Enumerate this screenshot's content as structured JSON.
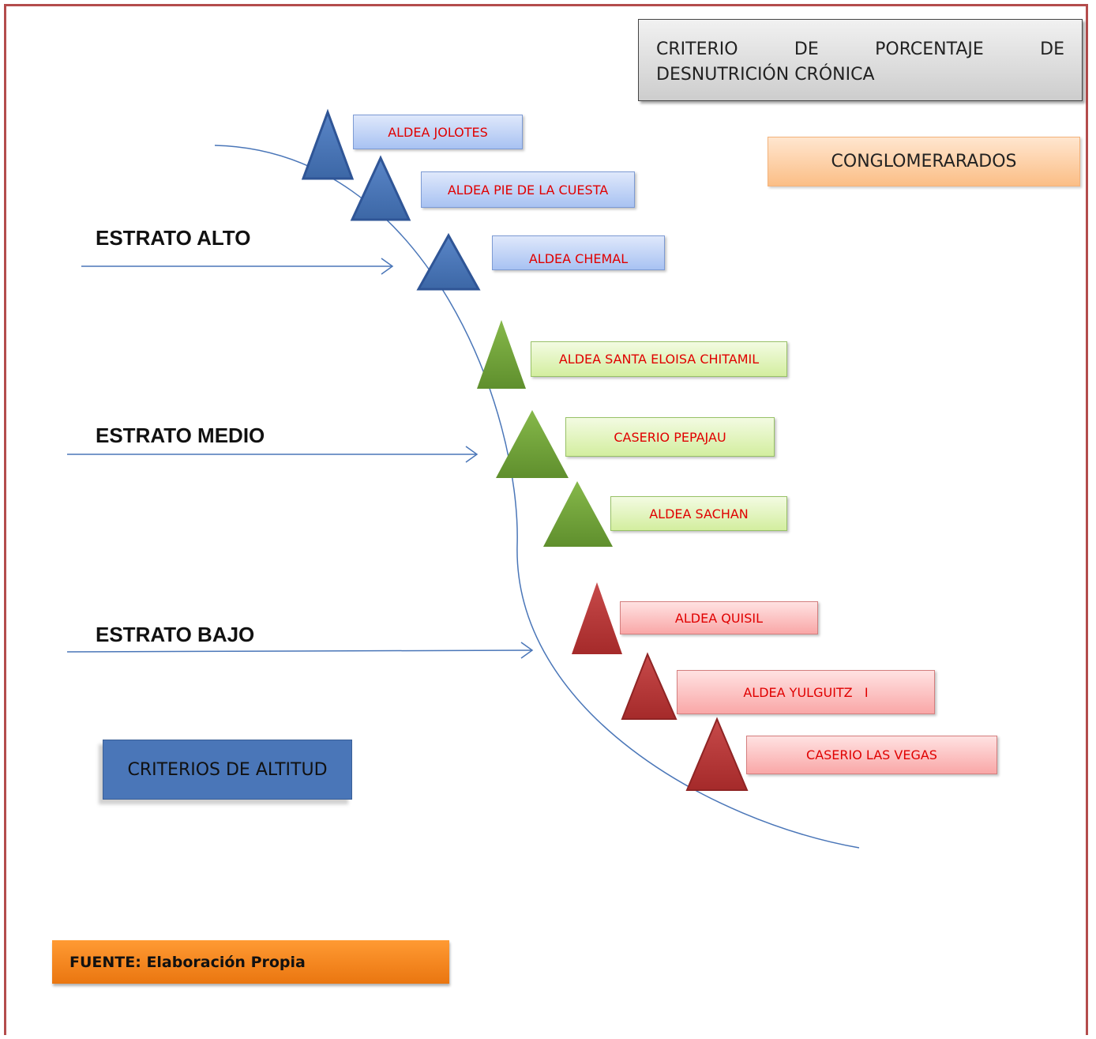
{
  "criterio": {
    "line1": "CRITERIO DE PORCENTAJE DE",
    "line2": "DESNUTRICIÓN CRÓNICA"
  },
  "conglomerados_label": "CONGLOMERARADOS",
  "estratos": {
    "alto": "ESTRATO ALTO",
    "medio": "ESTRATO MEDIO",
    "bajo": "ESTRATO BAJO"
  },
  "aldeas": [
    {
      "label": "ALDEA JOLOTES",
      "stratum": "alto"
    },
    {
      "label": "ALDEA PIE DE LA CUESTA",
      "stratum": "alto"
    },
    {
      "label": "ALDEA CHEMAL",
      "stratum": "alto"
    },
    {
      "label": "ALDEA SANTA ELOISA CHITAMIL",
      "stratum": "medio"
    },
    {
      "label": "CASERIO PEPAJAU",
      "stratum": "medio"
    },
    {
      "label": "ALDEA SACHAN",
      "stratum": "medio"
    },
    {
      "label": "ALDEA QUISIL",
      "stratum": "bajo"
    },
    {
      "label": "ALDEA YULGUITZ   I",
      "stratum": "bajo"
    },
    {
      "label": "CASERIO LAS VEGAS",
      "stratum": "bajo"
    }
  ],
  "altitud_label": "CRITERIOS DE ALTITUD",
  "fuente_label": "FUENTE: Elaboración Propia",
  "colors": {
    "alto": "#4a76b8",
    "medio": "#72a33a",
    "bajo": "#b83232",
    "label_text": "#e00000",
    "frame": "#b44c4c"
  }
}
